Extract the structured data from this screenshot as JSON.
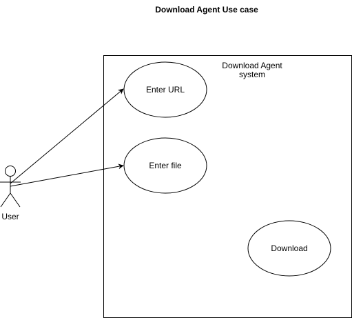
{
  "diagram": {
    "title": "Download Agent Use case",
    "system_boundary": {
      "label_line1": "Download Agent",
      "label_line2": "system"
    },
    "actor": {
      "label": "User"
    },
    "use_cases": [
      {
        "label": "Enter URL"
      },
      {
        "label": "Enter file"
      },
      {
        "label": "Download"
      }
    ],
    "associations": [
      {
        "from": "User",
        "to": "Enter URL"
      },
      {
        "from": "User",
        "to": "Enter file"
      }
    ]
  }
}
